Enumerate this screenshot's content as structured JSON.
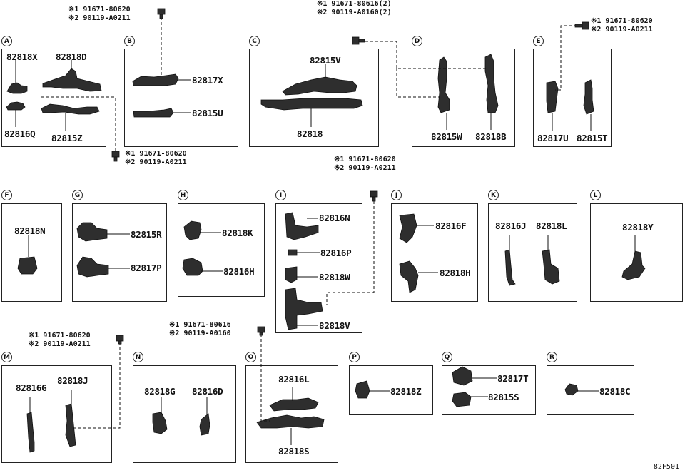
{
  "diagram_code": "82F501",
  "panels": [
    {
      "badge": "A",
      "parts": [
        "82818X",
        "82818D",
        "82816Q",
        "82815Z"
      ]
    },
    {
      "badge": "B",
      "parts": [
        "82817X",
        "82815U"
      ]
    },
    {
      "badge": "C",
      "parts": [
        "82815V",
        "82818"
      ]
    },
    {
      "badge": "D",
      "parts": [
        "82815W",
        "82818B"
      ]
    },
    {
      "badge": "E",
      "parts": [
        "82817U",
        "82815T"
      ]
    },
    {
      "badge": "F",
      "parts": [
        "82818N"
      ]
    },
    {
      "badge": "G",
      "parts": [
        "82815R",
        "82817P"
      ]
    },
    {
      "badge": "H",
      "parts": [
        "82818K",
        "82816H"
      ]
    },
    {
      "badge": "I",
      "parts": [
        "82816N",
        "82816P",
        "82818W",
        "82818V"
      ]
    },
    {
      "badge": "J",
      "parts": [
        "82816F",
        "82818H"
      ]
    },
    {
      "badge": "K",
      "parts": [
        "82816J",
        "82818L"
      ]
    },
    {
      "badge": "L",
      "parts": [
        "82818Y"
      ]
    },
    {
      "badge": "M",
      "parts": [
        "82816G",
        "82818J"
      ]
    },
    {
      "badge": "N",
      "parts": [
        "82818G",
        "82816D"
      ]
    },
    {
      "badge": "O",
      "parts": [
        "82816L",
        "82818S"
      ]
    },
    {
      "badge": "P",
      "parts": [
        "82818Z"
      ]
    },
    {
      "badge": "Q",
      "parts": [
        "82817T",
        "82815S"
      ]
    },
    {
      "badge": "R",
      "parts": [
        "82818C"
      ]
    }
  ],
  "notes": [
    {
      "line1": "※1 91671-80620",
      "line2": "※2 90119-A0211"
    },
    {
      "line1": "※1 91671-80616(2)",
      "line2": "※2 90119-A0160(2)"
    },
    {
      "line1": "※1 91671-80620",
      "line2": "※2 90119-A0211"
    },
    {
      "line1": "※1 91671-80620",
      "line2": "※2 90119-A0211"
    },
    {
      "line1": "※1 91671-80620",
      "line2": "※2 90119-A0211"
    },
    {
      "line1": "※1 91671-80620",
      "line2": "※2 90119-A0211"
    },
    {
      "line1": "※1 91671-80616",
      "line2": "※2 90119-A0160"
    }
  ]
}
